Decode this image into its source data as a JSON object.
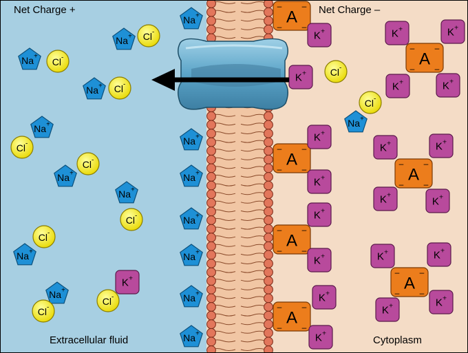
{
  "labels": {
    "left_top": "Net Charge +",
    "right_top": "Net Charge –",
    "left_bottom": "Extracellular fluid",
    "right_bottom": "Cytoplasm"
  },
  "ions": {
    "na": {
      "symbol": "Na",
      "charge": "+",
      "color": "#1e90d6"
    },
    "cl": {
      "symbol": "Cl",
      "charge": "-",
      "color": "#f2e200"
    },
    "k": {
      "symbol": "K",
      "charge": "+",
      "color": "#b84a9c"
    },
    "a": {
      "symbol": "A",
      "charge": "–",
      "color": "#ec7d1c"
    }
  },
  "colors": {
    "extracellular": "#a7cfe2",
    "cytoplasm": "#f4dcc6",
    "lipid_head": "#e2765b",
    "lipid_core": "#f1c6a4",
    "channel": "#5ba4c8",
    "arrow": "#000000"
  }
}
